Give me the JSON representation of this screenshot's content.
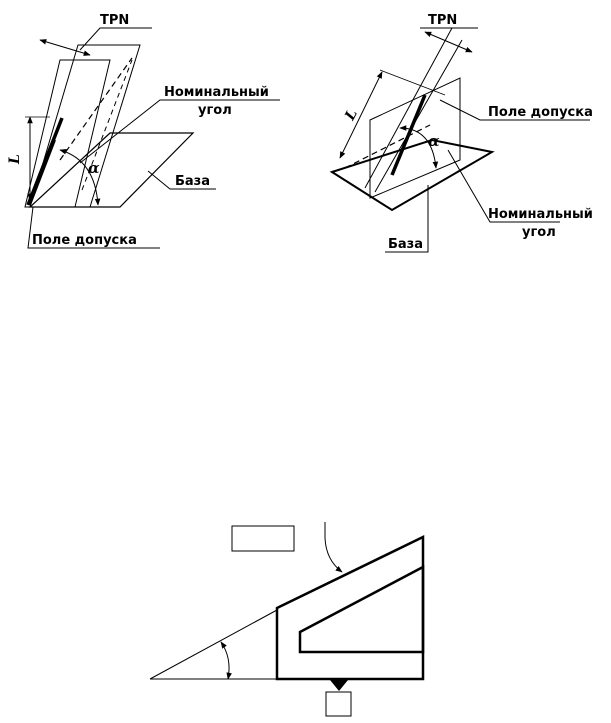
{
  "figure_left": {
    "tpn_label": "TPN",
    "nominal_angle_line1": "Номинальный",
    "nominal_angle_line2": "угол",
    "alpha": "α",
    "base_label": "База",
    "length_label": "L",
    "tolerance_zone_label": "Поле допуска"
  },
  "figure_right": {
    "tpn_label": "TPN",
    "tolerance_zone_label": "Поле допуска",
    "alpha": "α",
    "length_label": "L",
    "nominal_angle_line1": "Номинальный",
    "nominal_angle_line2": "угол",
    "base_label": "База"
  },
  "colors": {
    "ink": "#000000",
    "paper": "#ffffff"
  }
}
